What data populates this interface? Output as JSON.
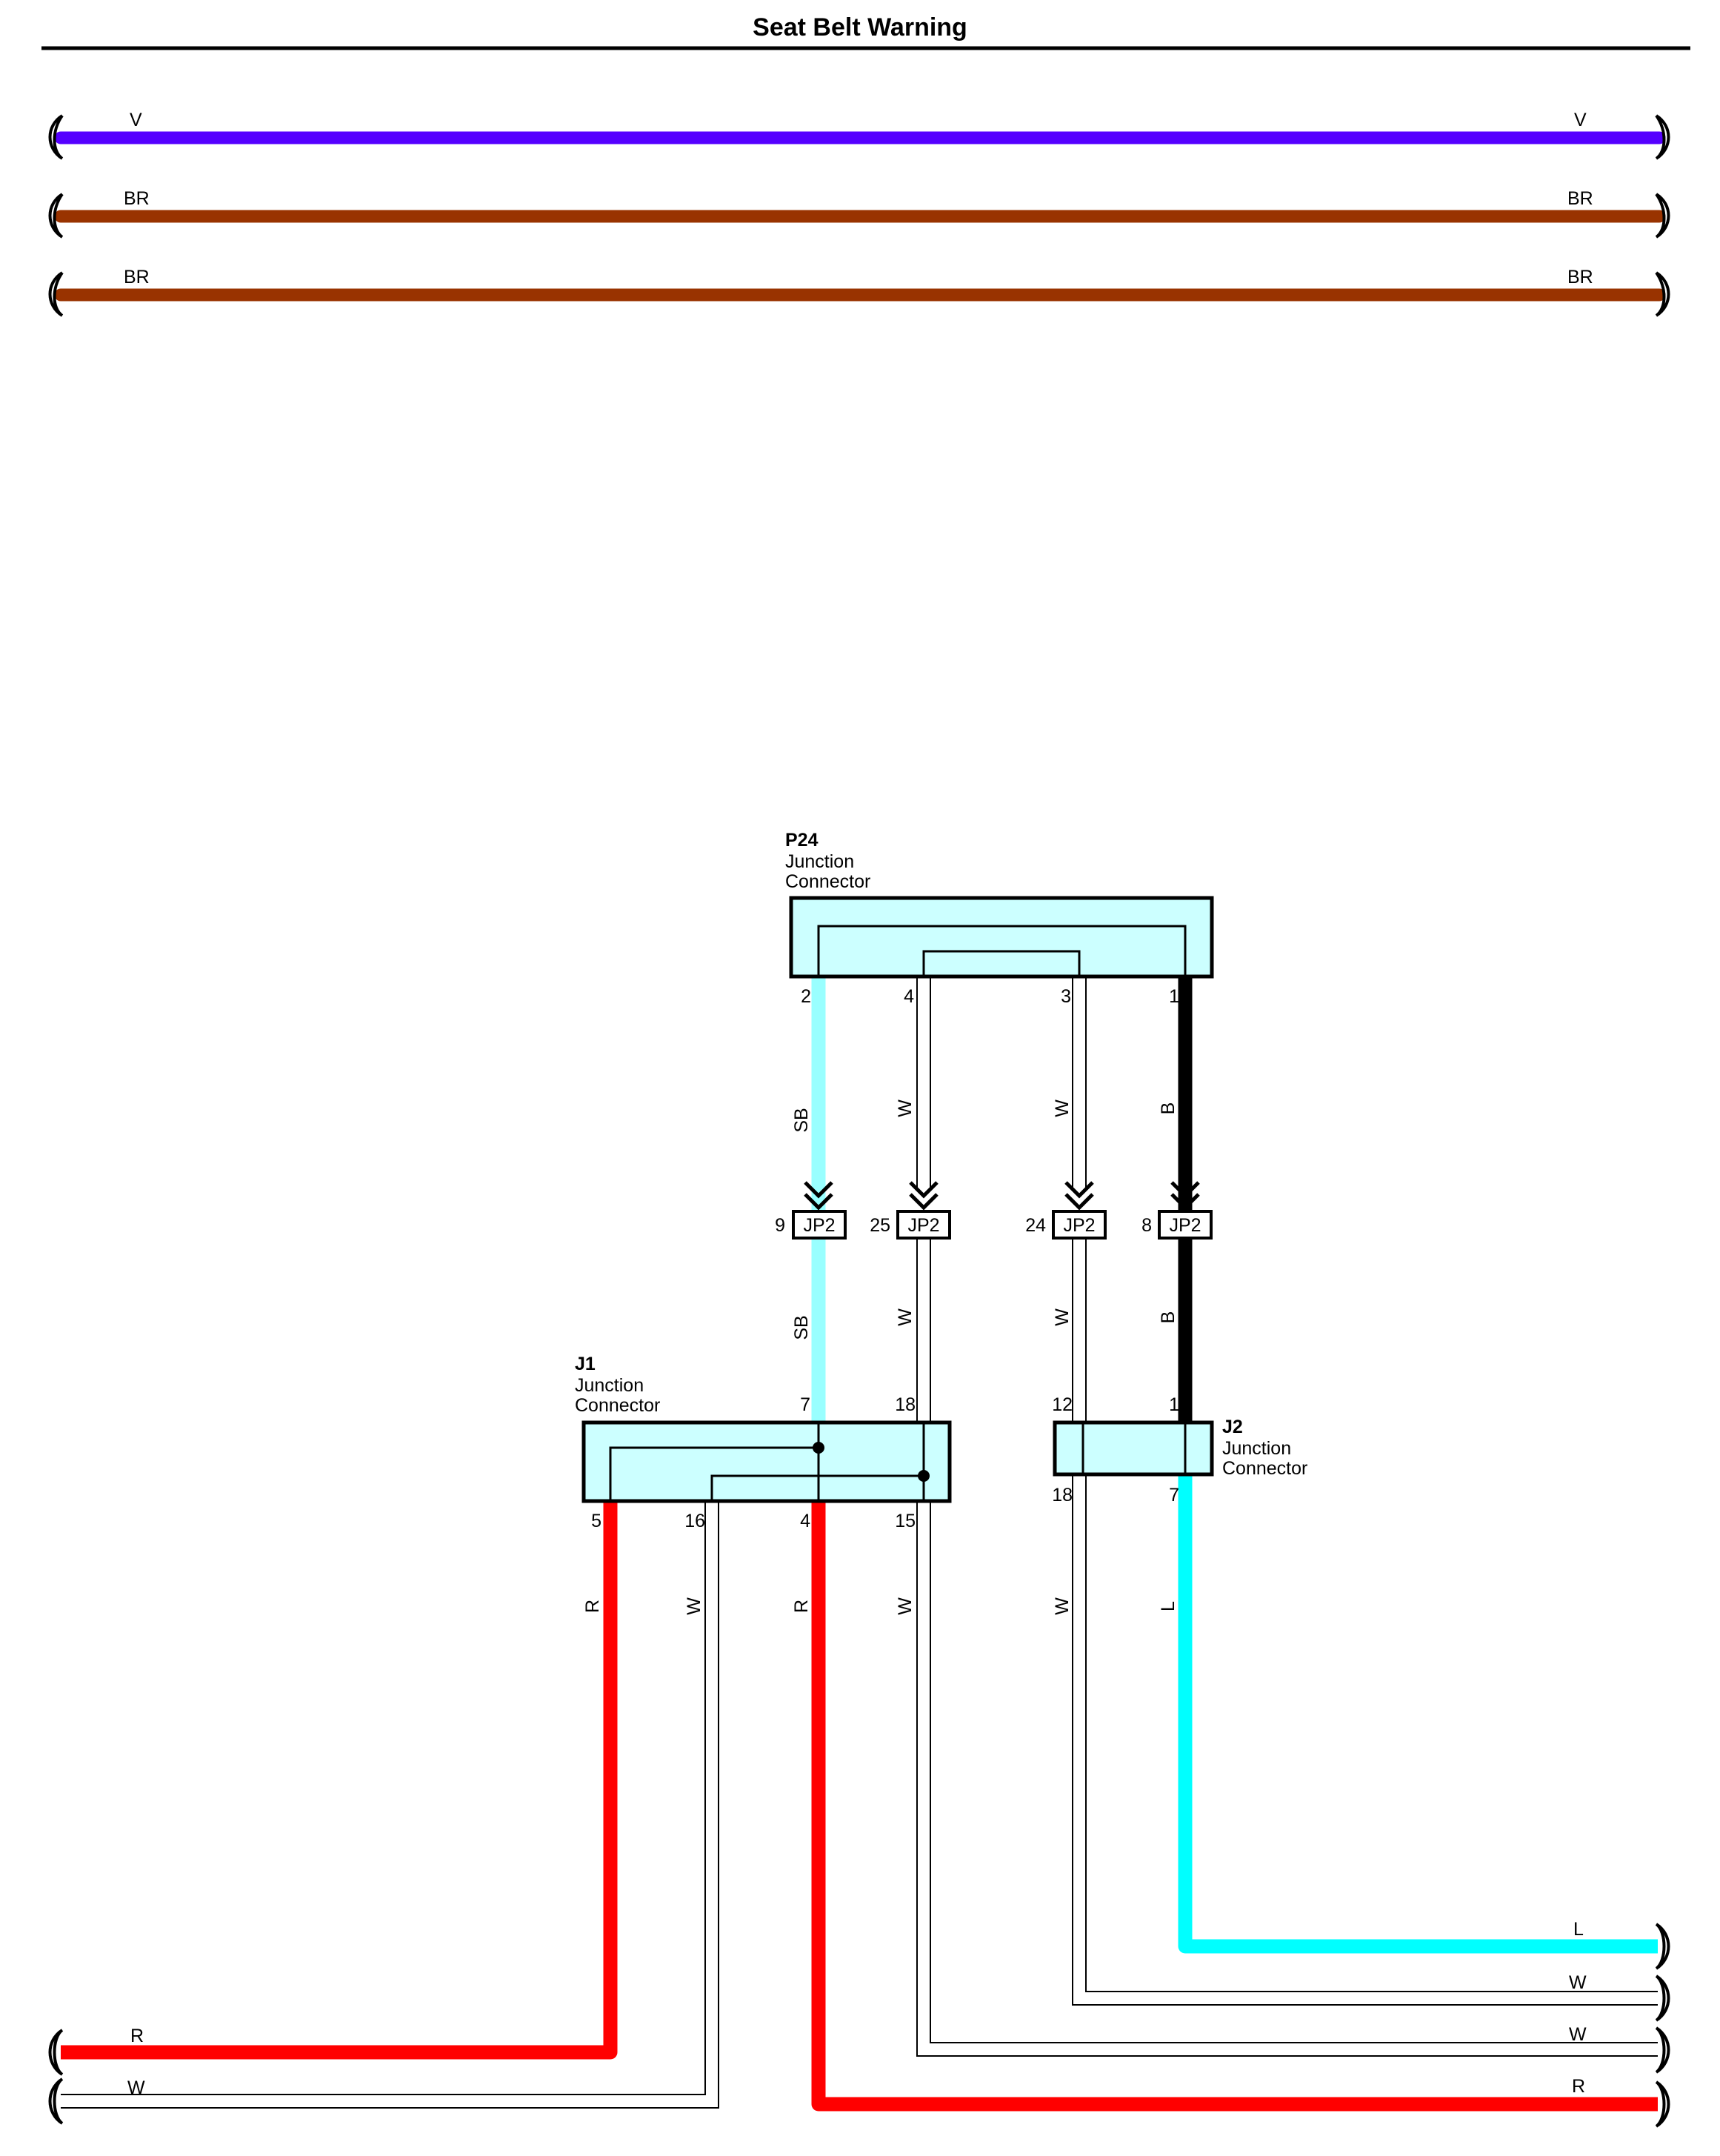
{
  "title": "Seat Belt Warning",
  "colors": {
    "V": "#5500ff",
    "BR": "#993300",
    "R": "#ff0000",
    "SB": "#99ffff",
    "L": "#00ffff",
    "B": "#000000",
    "W": "#ffffff",
    "connector_fill": "#ccffff"
  },
  "top_wires": [
    {
      "left_label": "V",
      "right_label": "V"
    },
    {
      "left_label": "BR",
      "right_label": "BR"
    },
    {
      "left_label": "BR",
      "right_label": "BR"
    }
  ],
  "connectors": {
    "P24": {
      "id": "P24",
      "name_line1": "Junction",
      "name_line2": "Connector",
      "pins": [
        "2",
        "4",
        "3",
        "1"
      ]
    },
    "J1": {
      "id": "J1",
      "name_line1": "Junction",
      "name_line2": "Connector",
      "pins_top": [
        "7",
        "18"
      ],
      "pins_bottom": [
        "5",
        "16",
        "4",
        "15"
      ]
    },
    "J2": {
      "id": "J2",
      "name_line1": "Junction",
      "name_line2": "Connector",
      "pins_top": [
        "12",
        "1"
      ],
      "pins_bottom": [
        "18",
        "7"
      ]
    }
  },
  "jp2": [
    {
      "label": "JP2",
      "pin": "9"
    },
    {
      "label": "JP2",
      "pin": "25"
    },
    {
      "label": "JP2",
      "pin": "24"
    },
    {
      "label": "JP2",
      "pin": "8"
    }
  ],
  "wire_labels": {
    "p24_to_jp2": [
      "SB",
      "W",
      "W",
      "B"
    ],
    "jp2_to_j": [
      "SB",
      "W",
      "W",
      "B"
    ],
    "below_j": [
      "R",
      "W",
      "R",
      "W",
      "W",
      "L"
    ]
  },
  "bottom_wires": {
    "right": [
      {
        "label": "L"
      },
      {
        "label": "W"
      },
      {
        "label": "W"
      },
      {
        "label": "R"
      }
    ],
    "left": [
      {
        "label": "R"
      },
      {
        "label": "W"
      }
    ]
  }
}
